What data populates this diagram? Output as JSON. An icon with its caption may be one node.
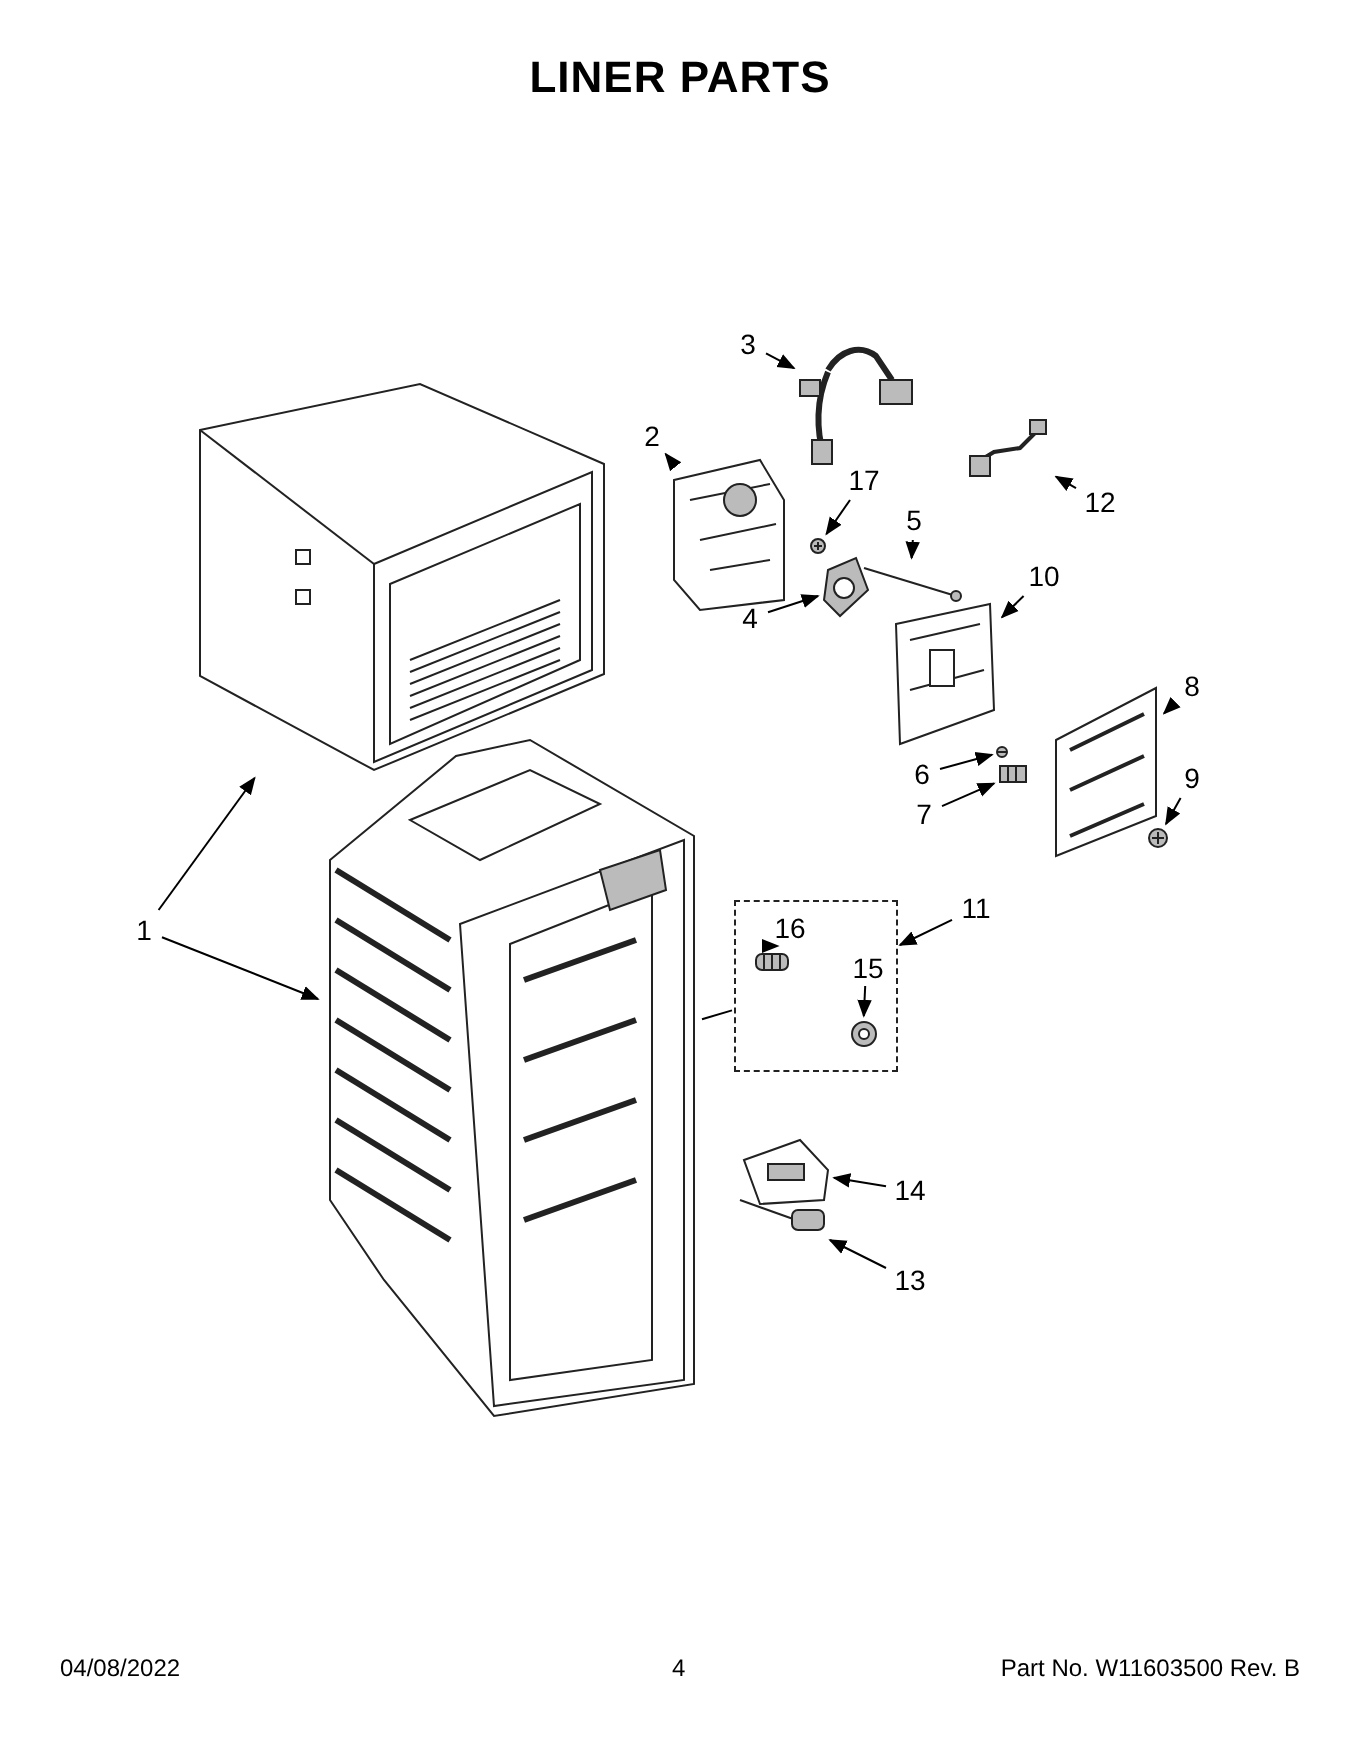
{
  "diagram": {
    "title": "LINER PARTS",
    "nodes": [
      {
        "text": [
          "3"
        ]
      },
      {
        "text": [],
        "shape": "picture"
      },
      {
        "text": [
          "2"
        ]
      },
      {
        "text": [],
        "shape": "picture"
      },
      {
        "text": [
          "12"
        ]
      },
      {
        "text": [],
        "shape": "picture"
      },
      {
        "text": [
          "17"
        ]
      },
      {
        "text": [],
        "shape": "picture"
      },
      {
        "text": [
          "5"
        ]
      },
      {
        "text": [],
        "shape": "picture"
      },
      {
        "text": [
          "4"
        ]
      },
      {
        "text": [],
        "shape": "picture"
      },
      {
        "text": [
          "10"
        ]
      },
      {
        "text": [],
        "shape": "picture"
      },
      {
        "text": [
          "8"
        ]
      },
      {
        "text": [],
        "shape": "picture"
      },
      {
        "text": [
          "6"
        ]
      },
      {
        "text": [],
        "shape": "picture"
      },
      {
        "text": [
          "7"
        ]
      },
      {
        "text": [],
        "shape": "picture"
      },
      {
        "text": [
          "9"
        ]
      },
      {
        "text": [],
        "shape": "picture"
      },
      {
        "text": [
          "1"
        ]
      },
      {
        "text": [],
        "shape": "picture"
      },
      {
        "text": [],
        "shape": "picture"
      },
      {
        "text": [
          "11"
        ]
      },
      {
        "text": [],
        "shape": "box"
      },
      {
        "text": [
          "16"
        ],
        "in": 26
      },
      {
        "text": [],
        "shape": "picture",
        "in": 26
      },
      {
        "text": [
          "15"
        ],
        "in": 26
      },
      {
        "text": [],
        "shape": "picture",
        "in": 26
      },
      {
        "text": [
          "14"
        ]
      },
      {
        "text": [],
        "shape": "picture"
      },
      {
        "text": [
          "13"
        ]
      },
      {
        "text": [],
        "shape": "picture"
      }
    ],
    "edges": [
      {
        "from": 0,
        "to": 1,
        "arrow": "to"
      },
      {
        "from": 2,
        "to": 3,
        "arrow": "to"
      },
      {
        "from": 4,
        "to": 5,
        "arrow": "to"
      },
      {
        "from": 6,
        "to": 7,
        "arrow": "to"
      },
      {
        "from": 8,
        "to": 9,
        "arrow": "to"
      },
      {
        "from": 10,
        "to": 11,
        "arrow": "to"
      },
      {
        "from": 12,
        "to": 13,
        "arrow": "to"
      },
      {
        "from": 14,
        "to": 15,
        "arrow": "to"
      },
      {
        "from": 16,
        "to": 17,
        "arrow": "to"
      },
      {
        "from": 18,
        "to": 19,
        "arrow": "to"
      },
      {
        "from": 20,
        "to": 21,
        "arrow": "to"
      },
      {
        "from": 22,
        "to": 23,
        "arrow": "to"
      },
      {
        "from": 22,
        "to": 24,
        "arrow": "to"
      },
      {
        "from": 25,
        "to": 26,
        "arrow": "to"
      },
      {
        "from": 27,
        "to": 28,
        "arrow": "to"
      },
      {
        "from": 29,
        "to": 30,
        "arrow": "to"
      },
      {
        "from": 31,
        "to": 32,
        "arrow": "to"
      },
      {
        "from": 33,
        "to": 34,
        "arrow": "to"
      },
      {
        "from": 24,
        "to": 26,
        "arrow": "none"
      }
    ],
    "labels": [
      "04/08/2022",
      "4",
      "Part No. W11603500 Rev. B"
    ]
  }
}
